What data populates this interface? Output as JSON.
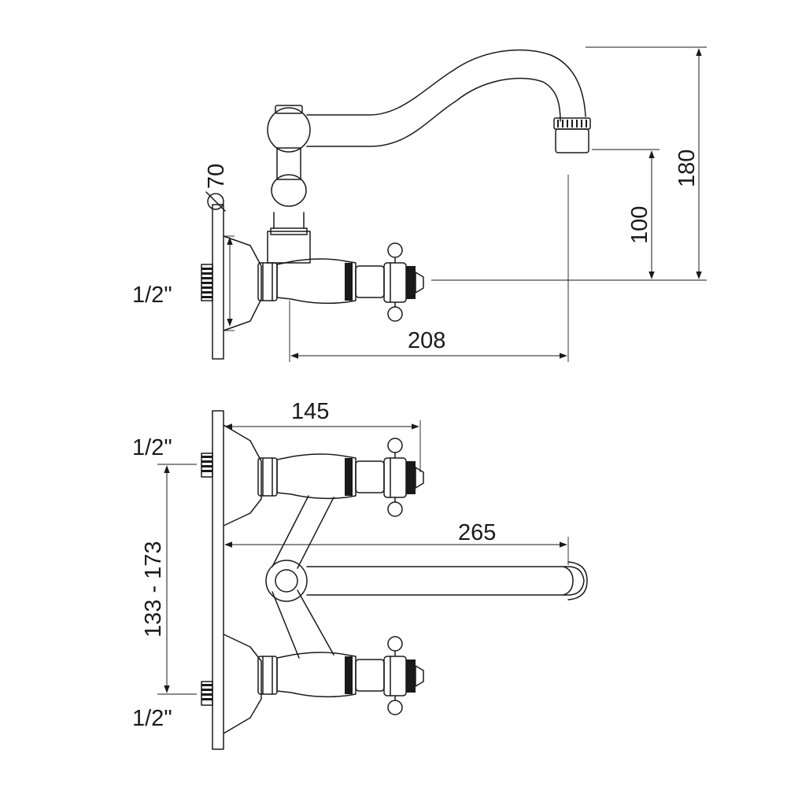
{
  "side_view": {
    "dim_diameter": "70",
    "thread_size": "1/2\"",
    "dim_total_height": "180",
    "dim_outlet_height": "100",
    "dim_projection": "208"
  },
  "front_view": {
    "dim_spindle_projection": "145",
    "dim_spout_reach": "265",
    "dim_center_distance": "133 - 173",
    "thread_top": "1/2\"",
    "thread_bottom": "1/2\""
  }
}
